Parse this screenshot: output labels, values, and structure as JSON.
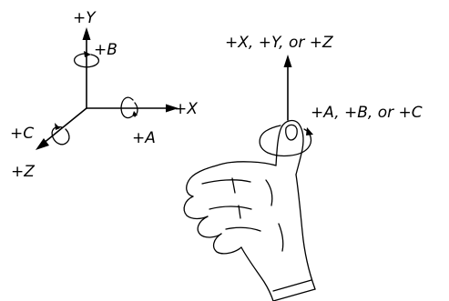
{
  "axes_diagram": {
    "y_label": "+Y",
    "b_label": "+B",
    "x_label": "+X",
    "a_label": "+A",
    "z_label": "+Z",
    "c_label": "+C"
  },
  "hand_diagram": {
    "linear_label": "+X, +Y, or +Z",
    "rotary_label": "+A, +B, or +C"
  }
}
